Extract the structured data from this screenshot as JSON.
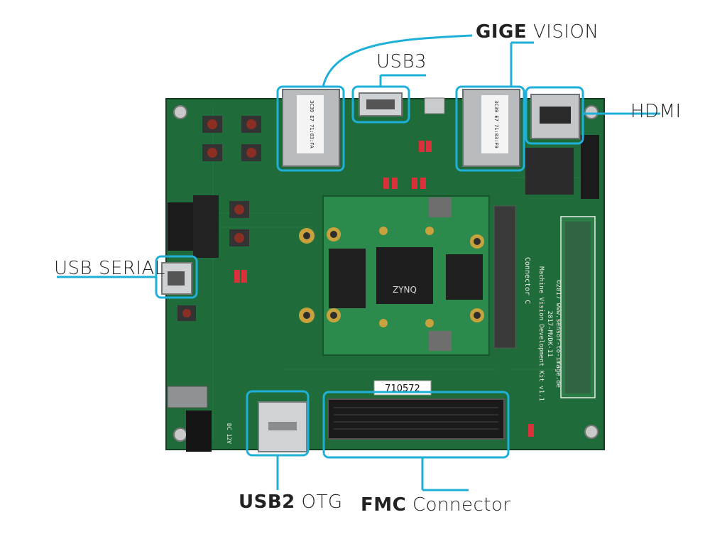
{
  "labels": {
    "gige_strong": "GIGE",
    "gige_rest": " VISION",
    "usb3": "USB3",
    "hdmi": "HDMI",
    "usb_serial": "USB SERIAL",
    "usb2_strong": "USB2",
    "usb2_rest": " OTG",
    "fmc_strong": "FMC",
    "fmc_rest": " Connector"
  },
  "board": {
    "sticker_text": "710572",
    "silk_title": "Machine Vision Development Kit v1.1",
    "silk_model": "2017-MVDK-11",
    "silk_copy": "©2017 www.sensor-to-image.de",
    "connector_c": "Connector C",
    "zynq": "ZYNQ",
    "dc_label": "DC 12V"
  },
  "colors": {
    "highlight": "#1fb0d9",
    "pcb": "#1f6b3a",
    "pcb_dark": "#174f2c"
  }
}
